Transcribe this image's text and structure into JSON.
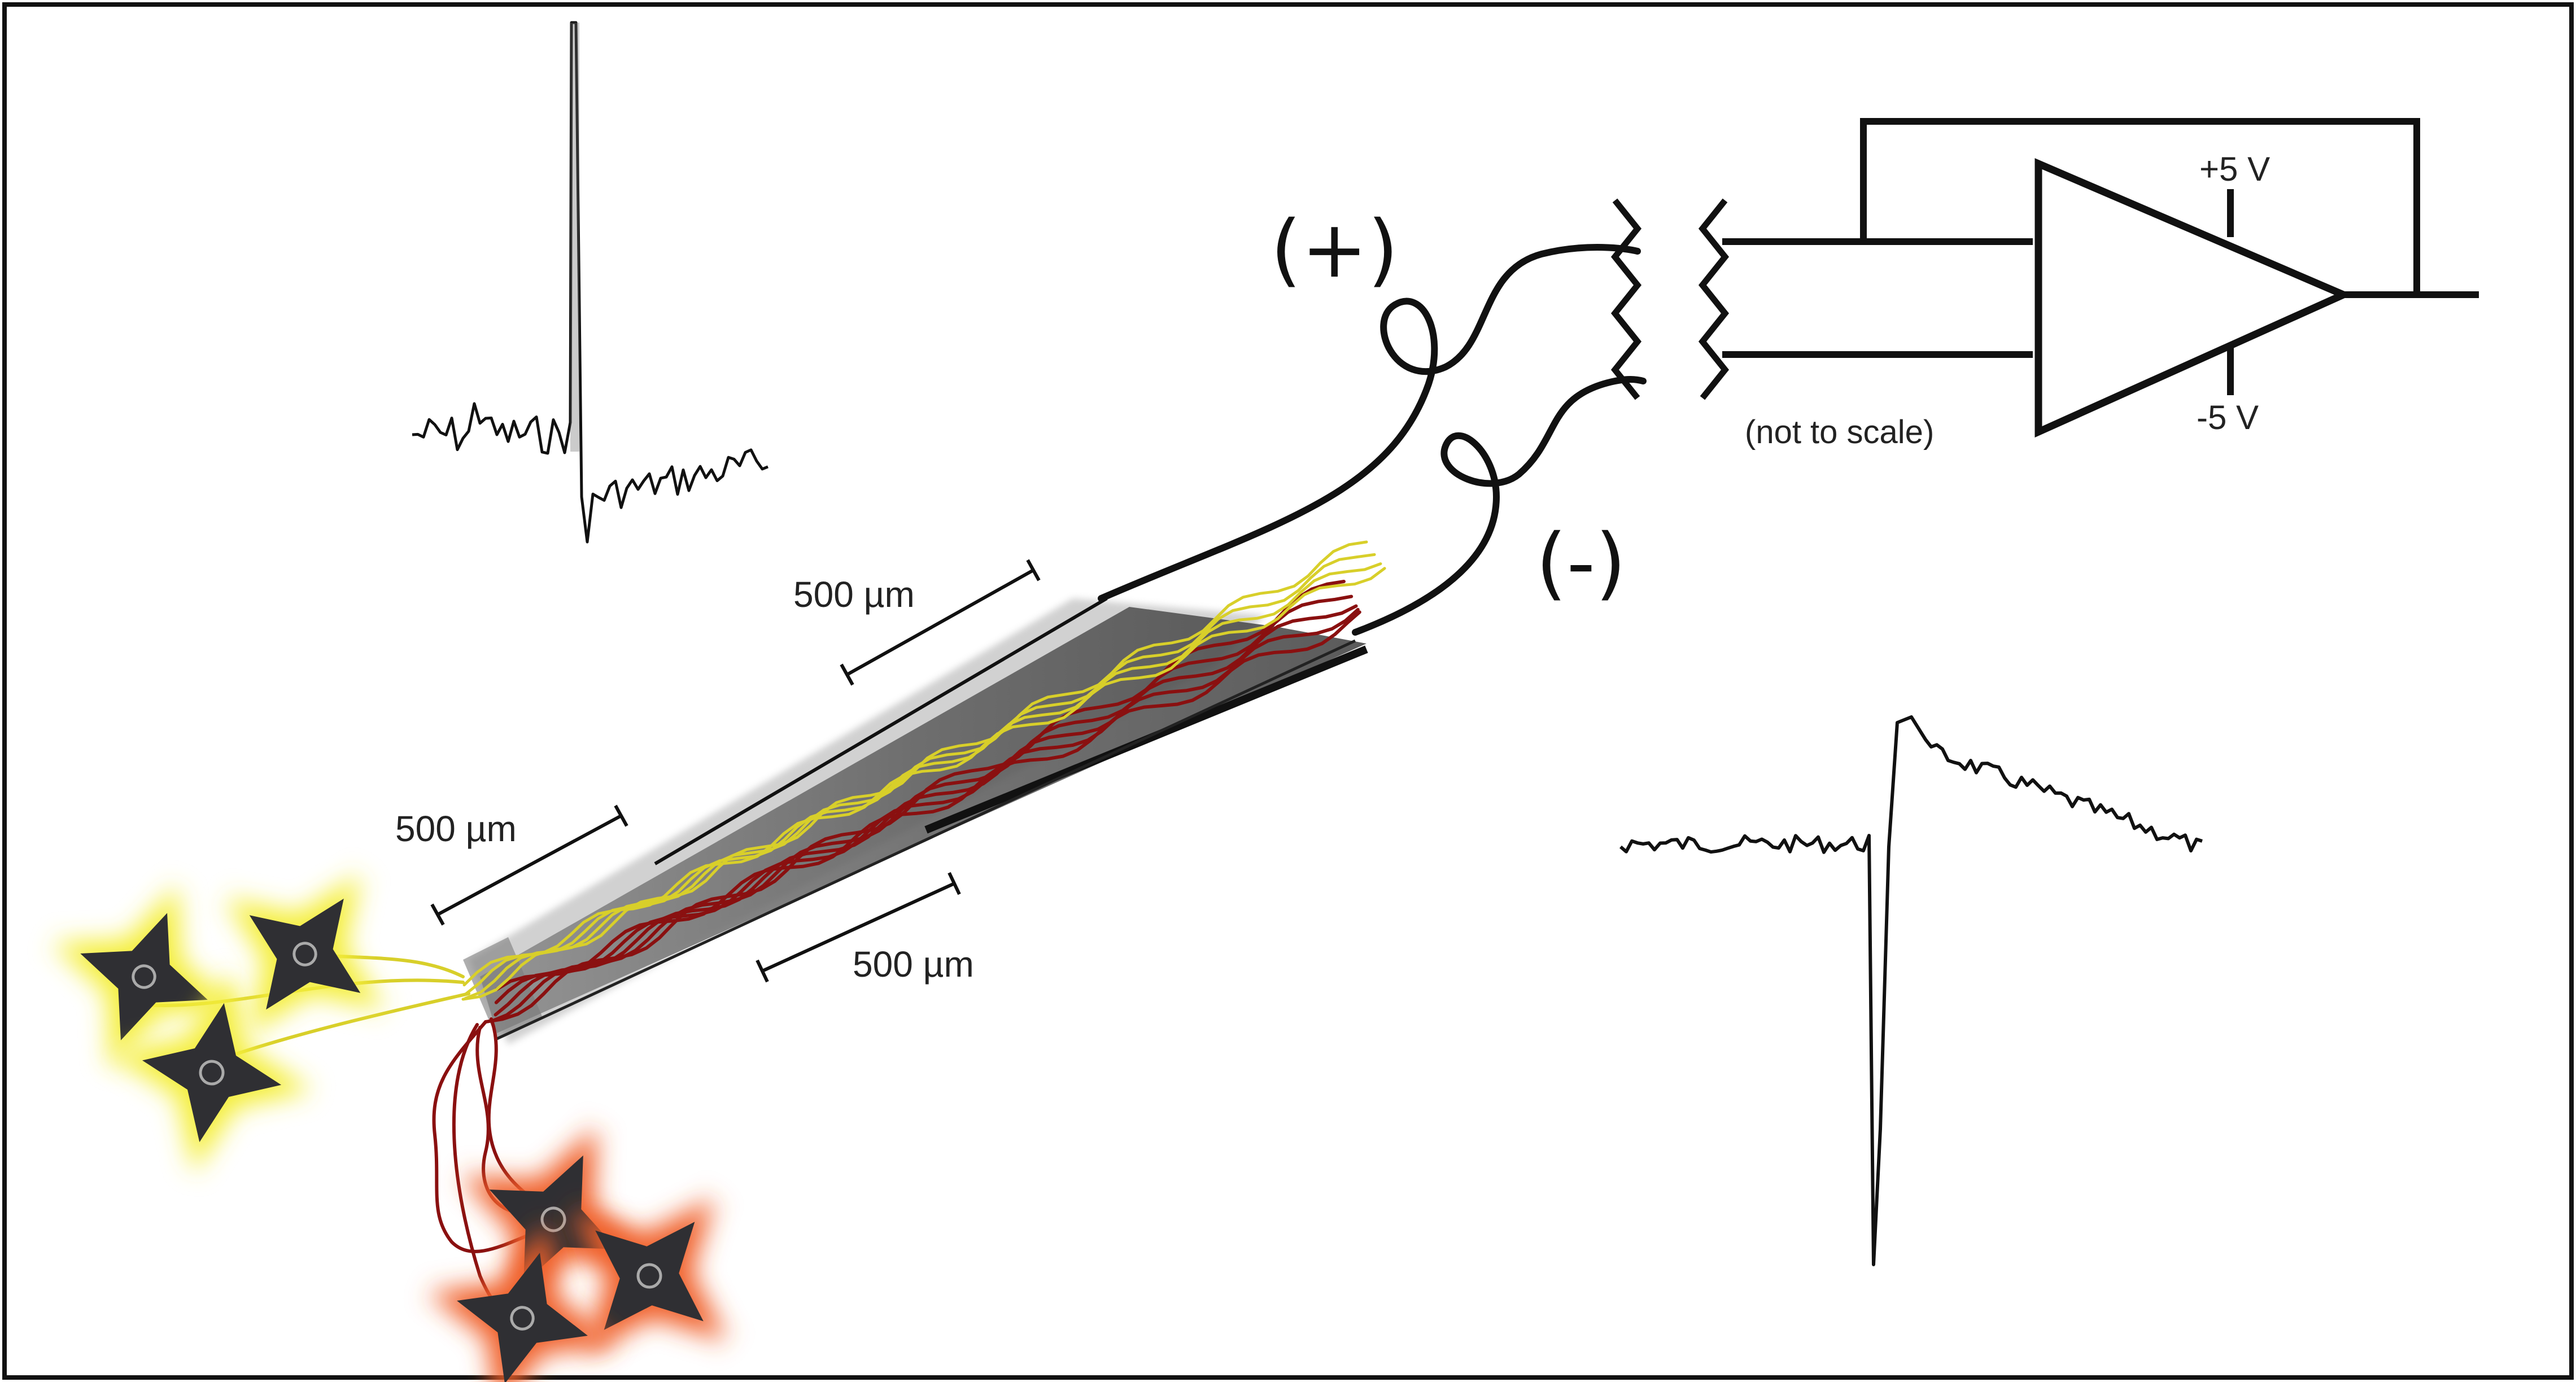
{
  "labels": {
    "plus": "(+)",
    "minus": "(-)",
    "scale_top": "500 µm",
    "scale_left": "500 µm",
    "scale_bottom": "500 µm",
    "plus_voltage": "+5 V",
    "minus_voltage": "-5 V",
    "not_to_scale": "(not to scale)"
  },
  "colors": {
    "frame": "#111111",
    "wire": "#111111",
    "yellow_axon": "#d8cf2a",
    "yellow_glow": "#f4ee3a",
    "red_axon": "#8a1010",
    "red_glow": "#f0602a",
    "cell_body": "#2f2f33",
    "microwire_body": "#5a5a5a"
  },
  "icons": {
    "op_amp": "amplifier-triangle-icon",
    "neuron": "neuron-cell-icon",
    "break_mark": "wire-break-zigzag-icon"
  }
}
